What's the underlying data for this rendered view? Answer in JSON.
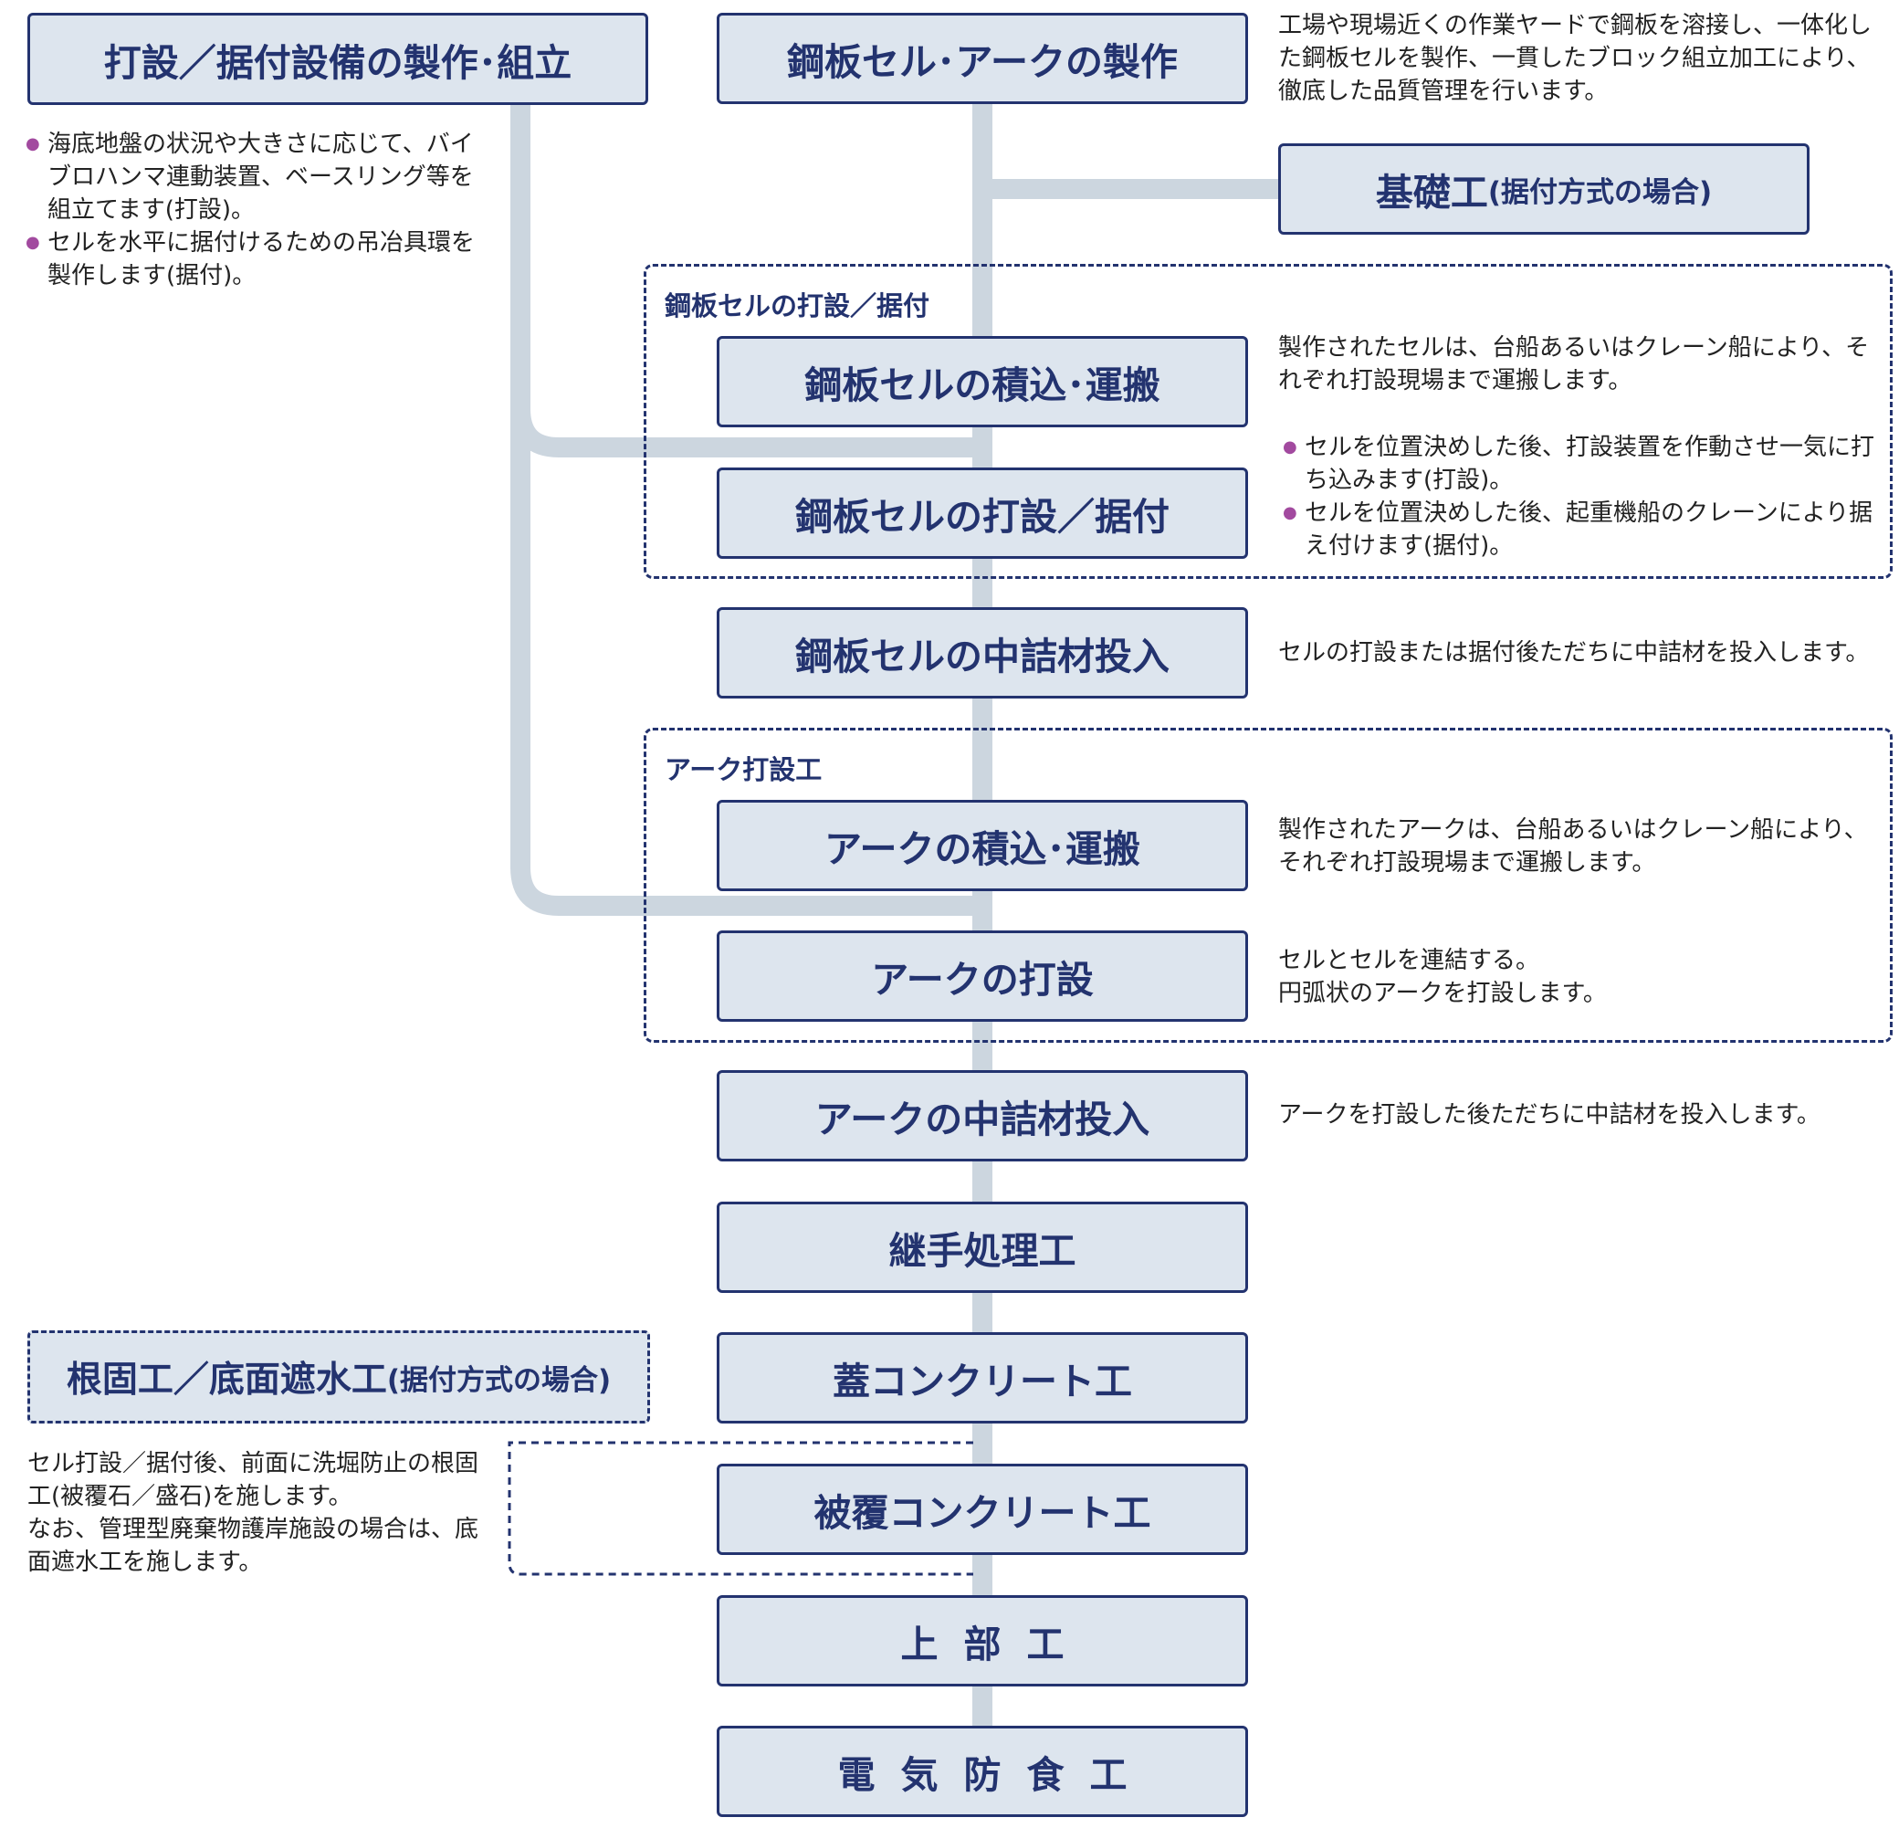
{
  "colors": {
    "box_fill": "#dde5ee",
    "box_border": "#23336f",
    "text": "#23336f",
    "connector": "#ccd6df",
    "bullet": "#a24a9f"
  },
  "left_steps": {
    "equipment_fabrication": {
      "title": "打設／据付設備の製作･組立",
      "notes": [
        "海底地盤の状況や大きさに応じて、バイブロハンマ連動装置、ベースリング等を組立てます(打設)。",
        "セルを水平に据付けるための吊冶具環を製作します(据付)。"
      ]
    },
    "toe_protection": {
      "title": "根固工／底面遮水工",
      "title_sub": "(据付方式の場合)",
      "notes": [
        "セル打設／据付後、前面に洗堀防止の根固工(被覆石／盛石)を施します。",
        "なお、管理型廃棄物護岸施設の場合は、底面遮水工を施します。"
      ]
    }
  },
  "foundation": {
    "title": "基礎工",
    "title_sub": "(据付方式の場合)"
  },
  "groups": {
    "cell_installation": "鋼板セルの打設／据付",
    "arc_driving": "アーク打設工"
  },
  "steps": {
    "fabrication": {
      "title": "鋼板セル･アークの製作",
      "desc": "工場や現場近くの作業ヤードで鋼板を溶接し、一体化した鋼板セルを製作、一貫したブロック組立加工により、徹底した品質管理を行います。"
    },
    "cell_loading": {
      "title": "鋼板セルの積込･運搬",
      "desc": "製作されたセルは、台船あるいはクレーン船により、それぞれ打設現場まで運搬します。"
    },
    "cell_driving": {
      "title": "鋼板セルの打設／据付",
      "bullets": [
        "セルを位置決めした後、打設装置を作動させ一気に打ち込みます(打設)。",
        "セルを位置決めした後、起重機船のクレーンにより据え付けます(据付)。"
      ]
    },
    "cell_fill": {
      "title": "鋼板セルの中詰材投入",
      "desc": "セルの打設または据付後ただちに中詰材を投入します。"
    },
    "arc_loading": {
      "title": "アークの積込･運搬",
      "desc": "製作されたアークは、台船あるいはクレーン船により、それぞれ打設現場まで運搬します。"
    },
    "arc_driving": {
      "title": "アークの打設",
      "desc": [
        "セルとセルを連結する。",
        "円弧状のアークを打設します。"
      ]
    },
    "arc_fill": {
      "title": "アークの中詰材投入",
      "desc": "アークを打設した後ただちに中詰材を投入します。"
    },
    "joint": {
      "title": "継手処理工"
    },
    "lid_concrete": {
      "title": "蓋コンクリート工"
    },
    "cover_concrete": {
      "title": "被覆コンクリート工"
    },
    "superstructure": {
      "title": "上部工"
    },
    "cathodic_protection": {
      "title": "電気防食工"
    }
  }
}
